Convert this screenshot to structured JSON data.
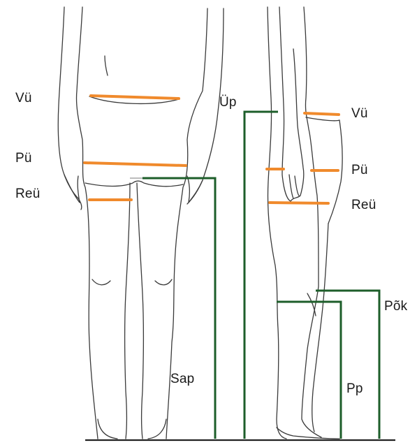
{
  "diagram": {
    "labels": {
      "front_waist": "Vü",
      "front_hip": "Pü",
      "front_thigh": "Reü",
      "side_waist": "Vü",
      "side_hip": "Pü",
      "side_thigh": "Reü",
      "waist_height": "Üp",
      "inseam": "Sap",
      "knee_height": "Põk",
      "leg_length": "Pp"
    },
    "colors": {
      "measure_line": "#f08a2c",
      "height_line": "#1d5e2a",
      "outline": "#3a3a3a",
      "ground": "#222222"
    }
  }
}
